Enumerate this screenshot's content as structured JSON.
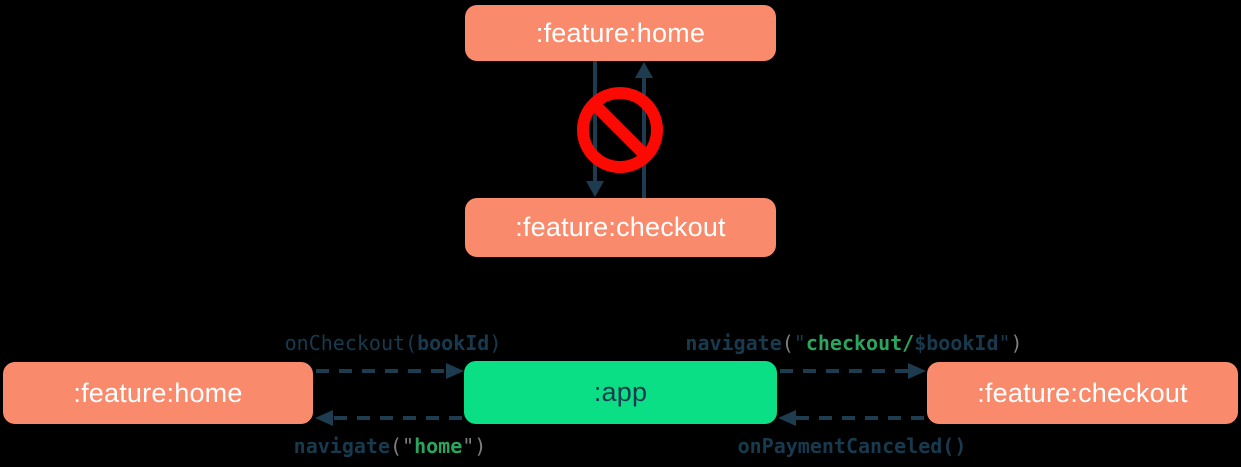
{
  "colors": {
    "background": "#000000",
    "feature_module_fill": "#F98A6B",
    "app_module_fill": "#0BDF85",
    "module_text_light": "#FFFFFF",
    "module_text_dark": "#16394E",
    "arrow": "#1D3C4F",
    "ban_red": "#FA0A02",
    "code_navy": "#173A4F",
    "code_green": "#2BA45C",
    "code_gray": "#7E7E7E"
  },
  "forbidden_diagram": {
    "top_module": ":feature:home",
    "bottom_module": ":feature:checkout",
    "ban_icon": "no-entry-icon"
  },
  "mediator_diagram": {
    "left_module": ":feature:home",
    "center_module": ":app",
    "right_module": ":feature:checkout",
    "on_checkout": {
      "fn": "onCheckout",
      "open": "(",
      "arg": "bookId",
      "close": ")"
    },
    "navigate_home": {
      "fn": "navigate",
      "open": "(",
      "q1": "\"",
      "str": "home",
      "q2": "\"",
      "close": ")"
    },
    "navigate_checkout": {
      "fn": "navigate",
      "open": "(",
      "q1": "\"",
      "str": "checkout/",
      "tpl": "$bookId",
      "q2": "\"",
      "close": ")"
    },
    "on_payment_canceled": {
      "fn": "onPaymentCanceled",
      "parens": "()"
    }
  }
}
